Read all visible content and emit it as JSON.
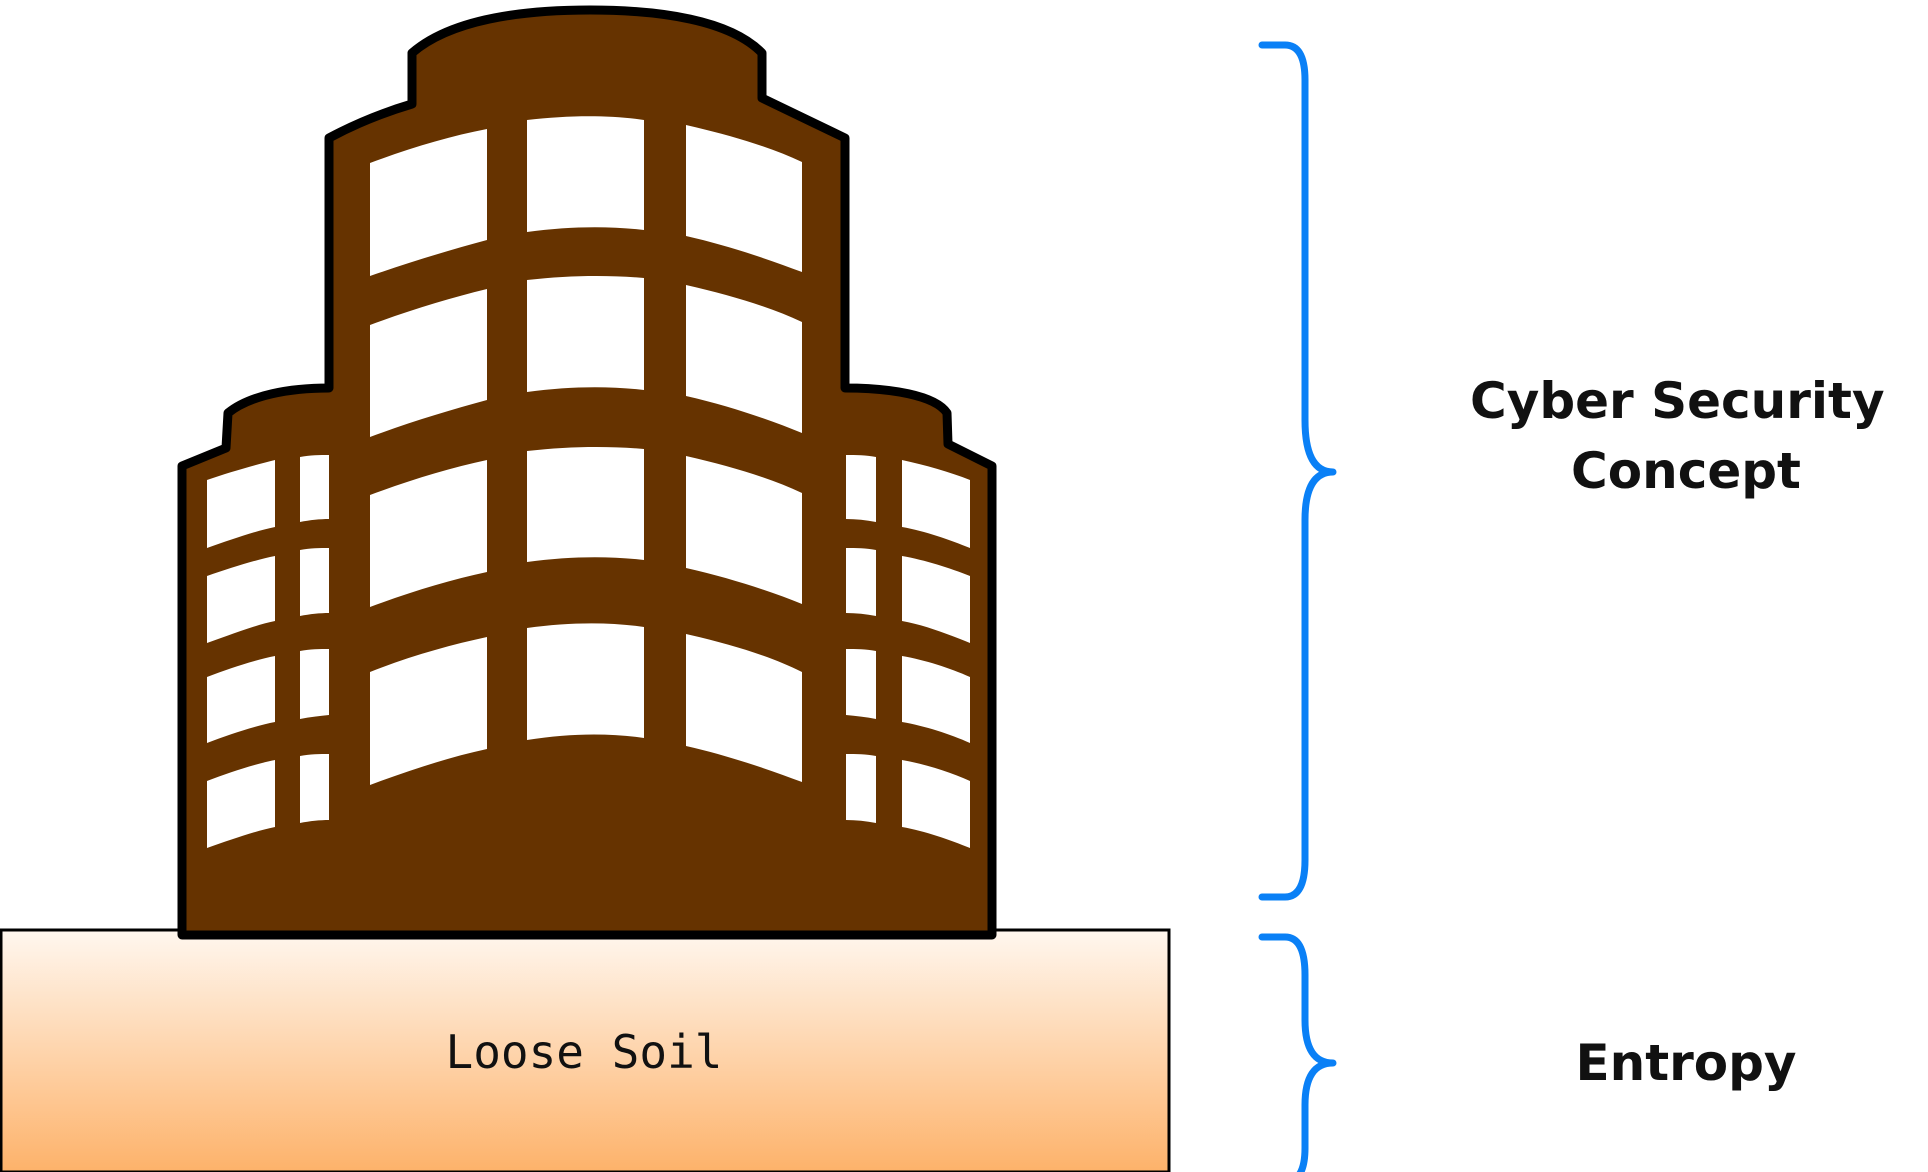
{
  "soil": {
    "label": "Loose Soil",
    "gradient_top": "#fff7ef",
    "gradient_bottom": "#fdb26a"
  },
  "building": {
    "fill": "#663300",
    "outline": "#000000"
  },
  "annotations": {
    "top_line1": "Cyber Security",
    "top_line2": "Concept",
    "bottom": "Entropy"
  },
  "brace_color": "#0a80f6"
}
